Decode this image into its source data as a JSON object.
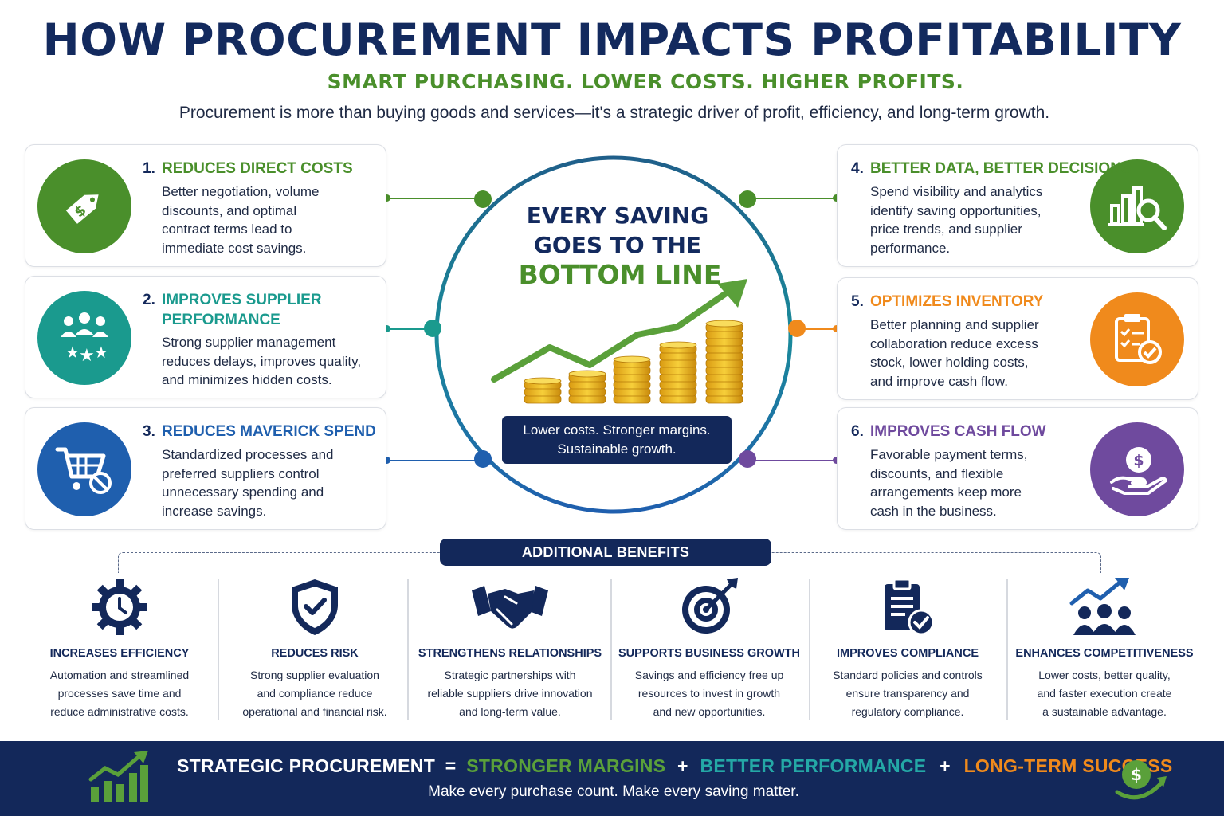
{
  "title": "HOW PROCUREMENT IMPACTS PROFITABILITY",
  "subtitle": "SMART PURCHASING. LOWER COSTS. HIGHER PROFITS.",
  "intro": "Procurement is more than buying goods and services—it's a strategic driver of profit, efficiency, and long-term growth.",
  "colors": {
    "navy": "#13285a",
    "green": "#4a8f2b",
    "teal": "#1a9a8e",
    "blue": "#1f5fae",
    "orange": "#f08a1c",
    "purple": "#6f4a9e"
  },
  "cards": [
    {
      "num": "1.",
      "title1": "REDUCES DIRECT COSTS",
      "title2": "",
      "icon": "price-tag-icon",
      "body": [
        "Better negotiation, volume",
        "discounts, and optimal",
        "contract terms lead to",
        "immediate cost savings."
      ]
    },
    {
      "num": "2.",
      "title1": "IMPROVES SUPPLIER",
      "title2": "PERFORMANCE",
      "icon": "supplier-rating-icon",
      "body": [
        "Strong supplier management",
        "reduces delays, improves quality,",
        "and minimizes hidden costs."
      ]
    },
    {
      "num": "3.",
      "title1": "REDUCES MAVERICK SPEND",
      "title2": "",
      "icon": "cart-blocked-icon",
      "body": [
        "Standardized processes and",
        "preferred suppliers control",
        "unnecessary spending and",
        "increase savings."
      ]
    },
    {
      "num": "4.",
      "title1": "BETTER DATA, BETTER DECISIONS",
      "title2": "",
      "icon": "analytics-chart-icon",
      "body": [
        "Spend visibility and analytics",
        "identify saving opportunities,",
        "price trends, and supplier",
        "performance."
      ]
    },
    {
      "num": "5.",
      "title1": "OPTIMIZES INVENTORY",
      "title2": "",
      "icon": "clipboard-check-icon",
      "body": [
        "Better planning and supplier",
        "collaboration reduce excess",
        "stock, lower holding costs,",
        "and improve cash flow."
      ]
    },
    {
      "num": "6.",
      "title1": "IMPROVES CASH FLOW",
      "title2": "",
      "icon": "hand-coin-icon",
      "body": [
        "Favorable payment terms,",
        "discounts, and flexible",
        "arrangements keep more",
        "cash in the business."
      ]
    }
  ],
  "center": {
    "line1": "EVERY SAVING",
    "line2": "GOES TO THE",
    "line3": "BOTTOM LINE",
    "box1": "Lower costs. Stronger margins.",
    "box2": "Sustainable growth."
  },
  "additional_title": "ADDITIONAL BENEFITS",
  "benefits": [
    {
      "title": "INCREASES EFFICIENCY",
      "icon": "gear-clock-icon",
      "body": [
        "Automation and streamlined",
        "processes save time and",
        "reduce administrative costs."
      ]
    },
    {
      "title": "REDUCES RISK",
      "icon": "shield-check-icon",
      "body": [
        "Strong supplier evaluation",
        "and compliance reduce",
        "operational and financial risk."
      ]
    },
    {
      "title": "STRENGTHENS RELATIONSHIPS",
      "icon": "handshake-icon",
      "body": [
        "Strategic partnerships with",
        "reliable suppliers drive innovation",
        "and long-term value."
      ]
    },
    {
      "title": "SUPPORTS BUSINESS GROWTH",
      "icon": "target-arrow-icon",
      "body": [
        "Savings and efficiency free up",
        "resources to invest in growth",
        "and new opportunities."
      ]
    },
    {
      "title": "IMPROVES COMPLIANCE",
      "icon": "compliance-clipboard-icon",
      "body": [
        "Standard policies and controls",
        "ensure transparency and",
        "regulatory compliance."
      ]
    },
    {
      "title": "ENHANCES COMPETITIVENESS",
      "icon": "team-growth-icon",
      "body": [
        "Lower costs, better quality,",
        "and faster execution create",
        "a sustainable advantage."
      ]
    }
  ],
  "footer": {
    "eq_start": "STRATEGIC PROCUREMENT",
    "eq_op1": "=",
    "eq_term1": "STRONGER MARGINS",
    "eq_op2": "+",
    "eq_term2": "BETTER PERFORMANCE",
    "eq_op3": "+",
    "eq_term3": "LONG-TERM SUCCESS",
    "tagline": "Make every purchase count. Make every saving matter."
  }
}
